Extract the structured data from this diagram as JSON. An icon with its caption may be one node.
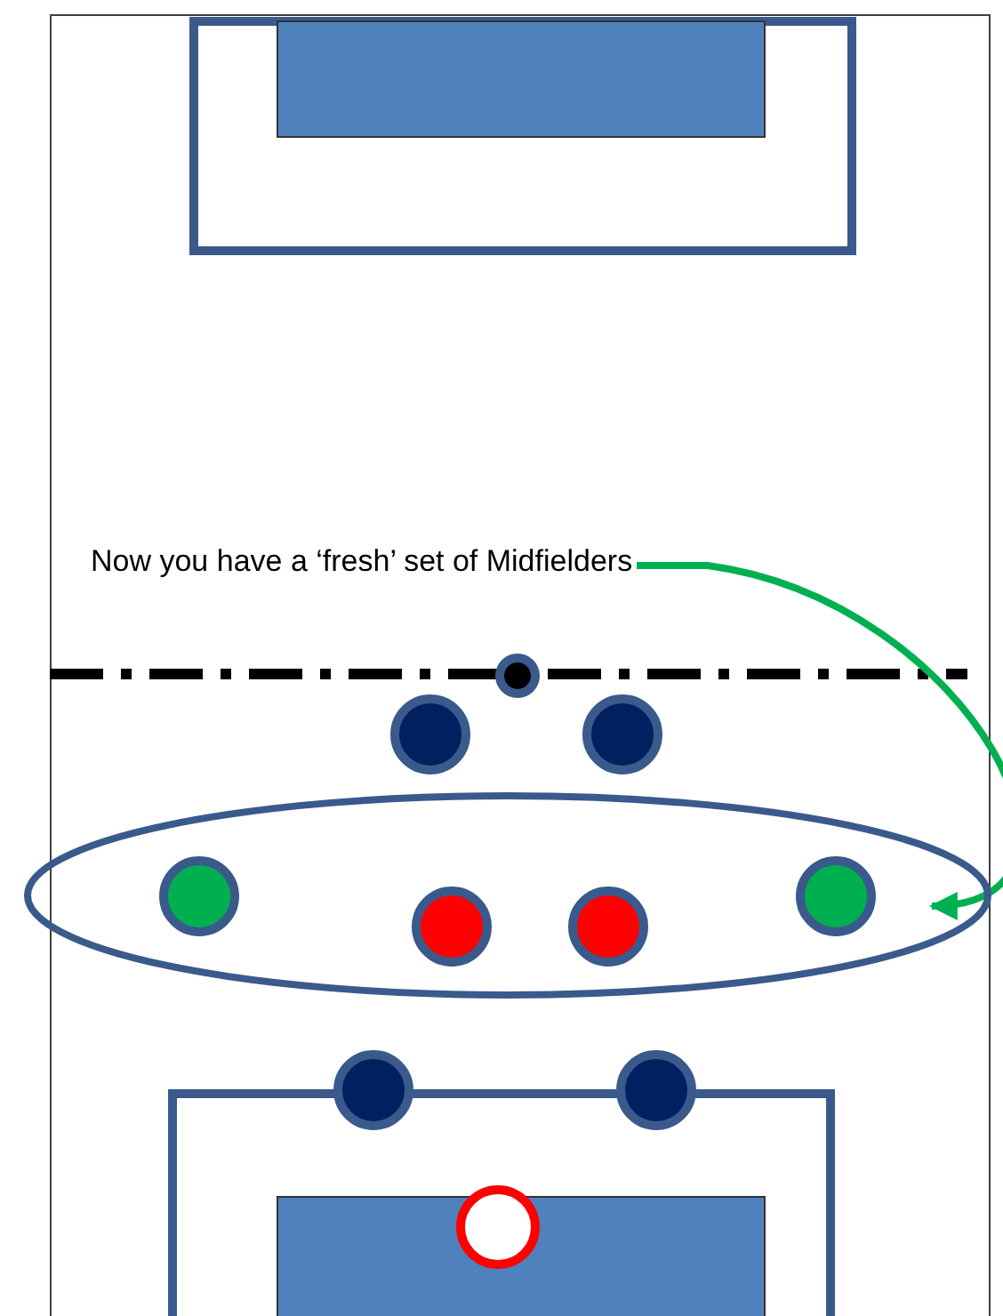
{
  "diagram": {
    "nodes": [
      {
        "text": [
          "Now you have a ‘fresh’ set of Midfielders"
        ]
      },
      {
        "text": [],
        "shape": "ellipse"
      }
    ],
    "edges": [
      {
        "from": 0,
        "to": 1,
        "arrow": "to"
      }
    ]
  }
}
